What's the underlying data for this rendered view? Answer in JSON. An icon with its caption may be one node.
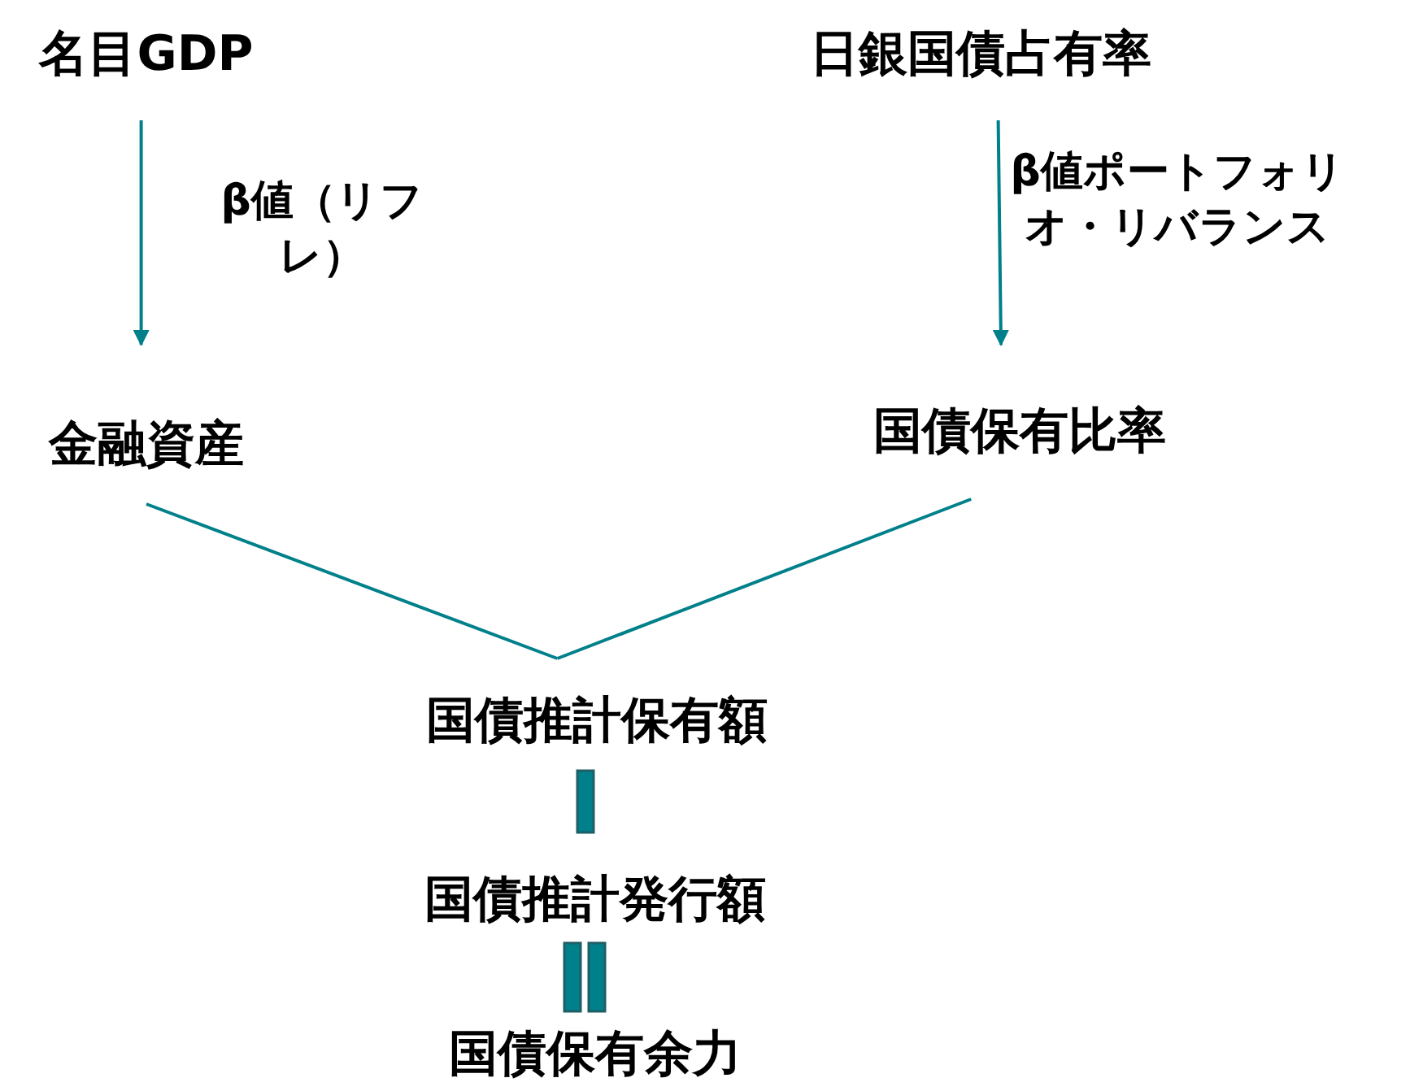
{
  "diagram": {
    "nodes": [
      {
        "text": [
          "名目GDP"
        ]
      },
      {
        "text": [
          "日銀国債占有率"
        ]
      },
      {
        "text": [
          "金融資産"
        ]
      },
      {
        "text": [
          "国債保有比率"
        ]
      },
      {
        "text": [
          "国債推計保有額"
        ]
      },
      {
        "text": [
          "国債推計発行額"
        ]
      },
      {
        "text": [
          "国債保有余力"
        ]
      }
    ],
    "edges": [
      {
        "from": 0,
        "to": 2,
        "arrow": "to",
        "label": "β値（リフレ）"
      },
      {
        "from": 1,
        "to": 3,
        "arrow": "to",
        "label": "β値ポートフォリオ・リバランス"
      },
      {
        "from": 2,
        "to": 4,
        "arrow": "none"
      },
      {
        "from": 3,
        "to": 4,
        "arrow": "none"
      }
    ]
  }
}
